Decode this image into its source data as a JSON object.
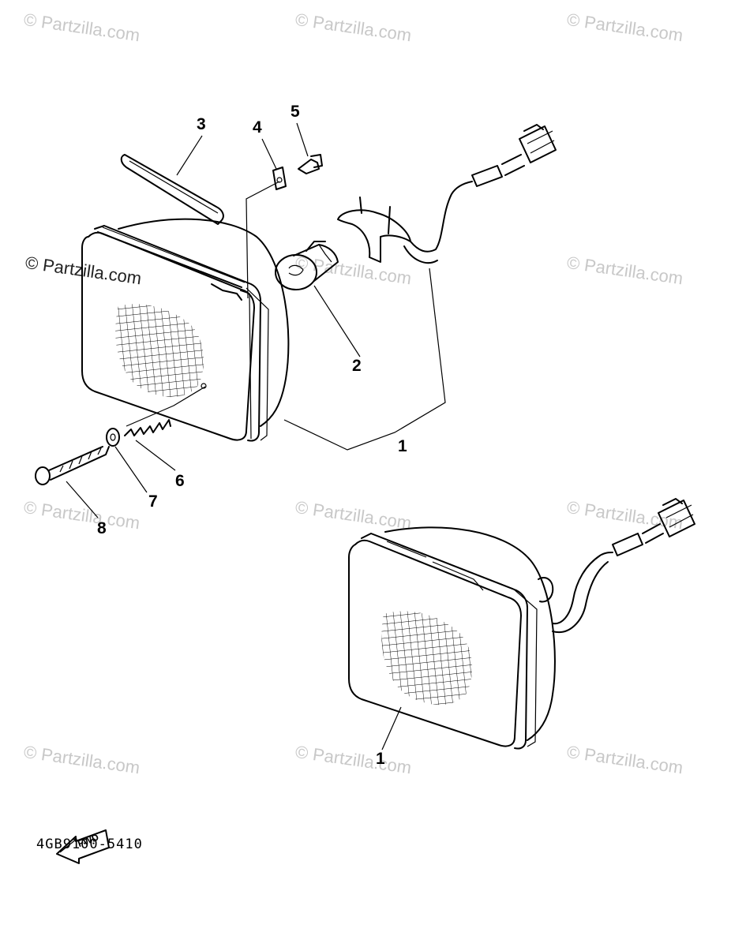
{
  "watermark": "© Partzilla.com",
  "callouts": {
    "c1a": "1",
    "c1b": "1",
    "c2": "2",
    "c3": "3",
    "c4": "4",
    "c5": "5",
    "c6": "6",
    "c7": "7",
    "c8": "8"
  },
  "fwd_label": "FWD",
  "diagram_code": "4GB9100-5410"
}
